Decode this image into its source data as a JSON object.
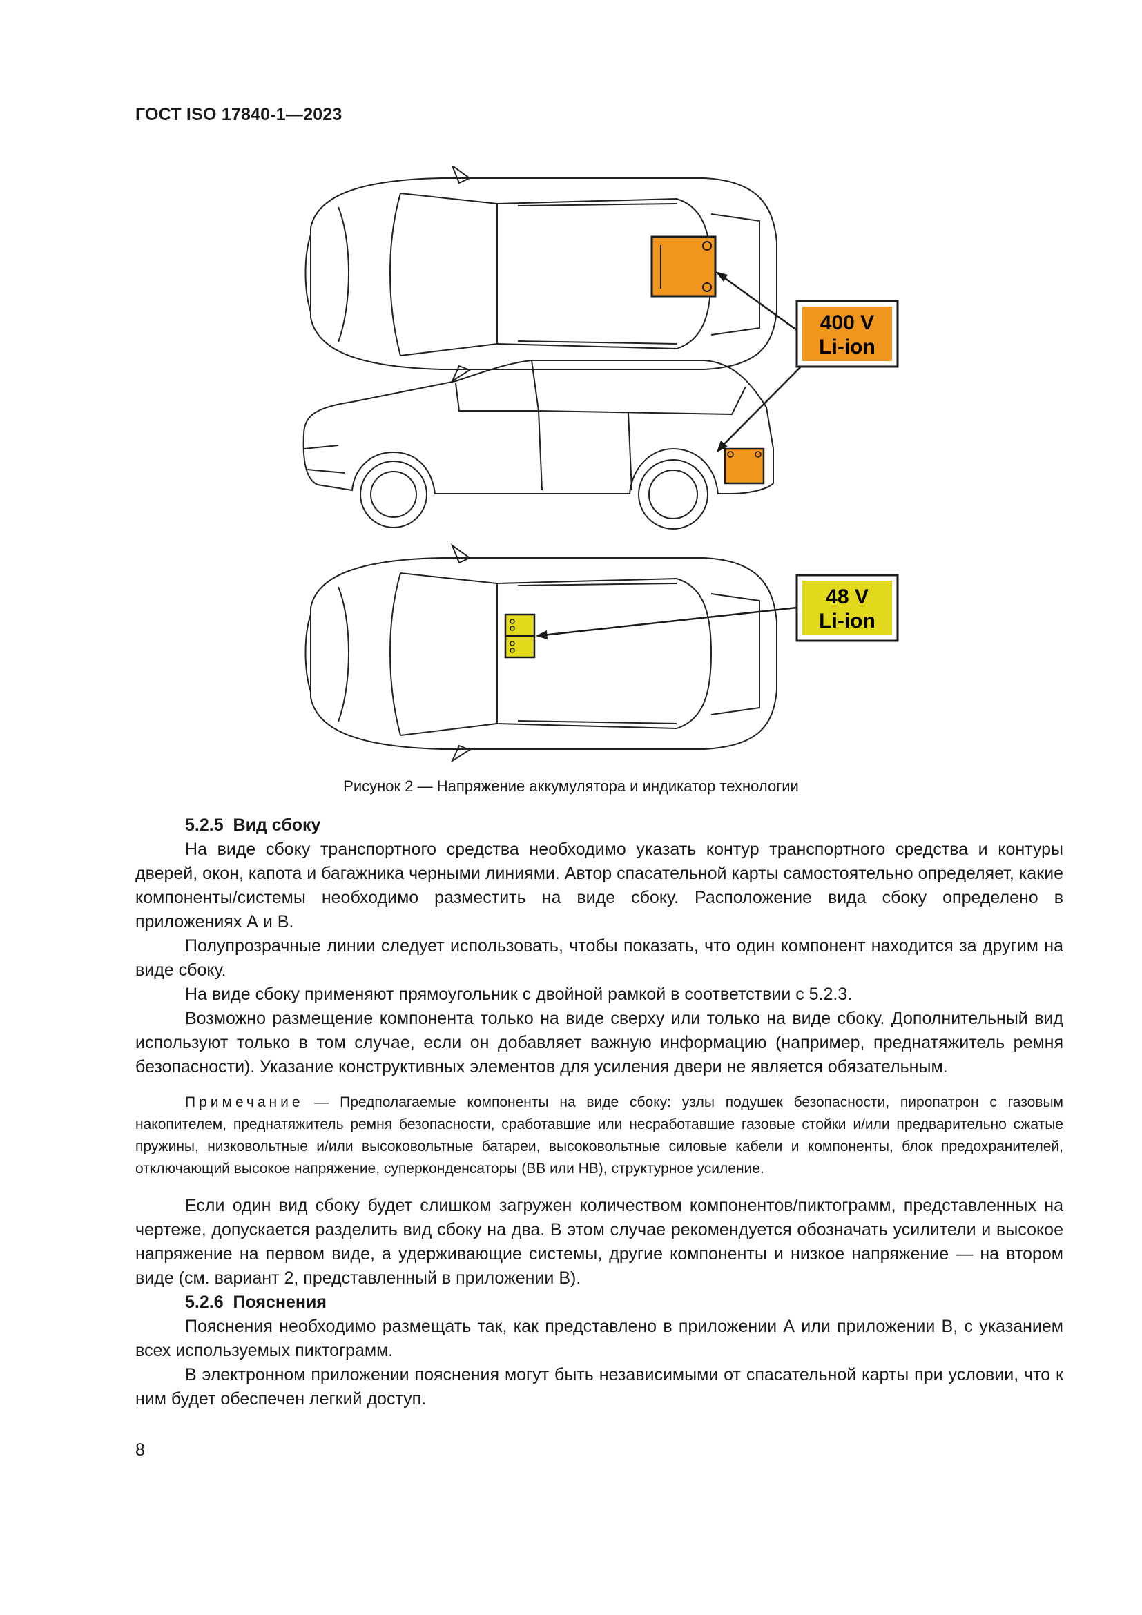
{
  "header": {
    "standard": "ГОСТ ISO 17840-1—2023"
  },
  "figure": {
    "label_top": {
      "voltage": "400 V",
      "tech": "Li-ion",
      "color": "#f0961f"
    },
    "label_bottom": {
      "voltage": "48 V",
      "tech": "Li-ion",
      "color": "#e3d91c"
    },
    "caption": "Рисунок 2 — Напряжение аккумулятора и индикатор технологии"
  },
  "section_525": {
    "number": "5.2.5",
    "title": "Вид сбоку",
    "p1": "На виде сбоку транспортного средства необходимо указать контур транспортного средства и контуры дверей, окон, капота и багажника черными линиями. Автор спасательной карты самостоятельно определяет, какие компоненты/системы необходимо разместить на виде сбоку. Расположение вида сбоку определено в приложениях А и В.",
    "p2": "Полупрозрачные линии следует использовать, чтобы показать, что один компонент находится за другим на виде сбоку.",
    "p3": "На виде сбоку применяют прямоугольник с двойной рамкой в соответствии с 5.2.3.",
    "p4": "Возможно размещение компонента только на виде сверху или только на виде сбоку. Дополнительный вид используют только в том случае, если он добавляет важную информацию (например, преднатяжитель ремня безопасности). Указание конструктивных элементов для усиления двери не является обязательным.",
    "note_lead": "Примечание",
    "note_text": " — Предполагаемые компоненты на виде сбоку: узлы подушек безопасности, пиропатрон с газовым накопителем, преднатяжитель ремня безопасности, сработавшие или несработавшие газовые стойки и/или предварительно сжатые пружины, низковольтные и/или высоковольтные батареи, высоковольтные силовые кабели и компоненты, блок предохранителей, отключающий высокое напряжение, суперконденсаторы (ВВ или НВ), структурное усиление.",
    "p5": "Если один вид сбоку будет слишком загружен количеством компонентов/пиктограмм, представленных на чертеже, допускается разделить вид сбоку на два. В этом случае рекомендуется обозначать усилители и высокое напряжение на первом виде, а удерживающие системы, другие компоненты и низкое напряжение — на втором виде (см. вариант 2, представленный в приложении В)."
  },
  "section_526": {
    "number": "5.2.6",
    "title": "Пояснения",
    "p1": "Пояснения необходимо размещать так, как представлено в приложении А или приложении В, с указанием всех используемых пиктограмм.",
    "p2": "В электронном приложении пояснения могут быть независимыми от спасательной карты при условии, что к ним будет обеспечен легкий доступ."
  },
  "page_number": "8"
}
